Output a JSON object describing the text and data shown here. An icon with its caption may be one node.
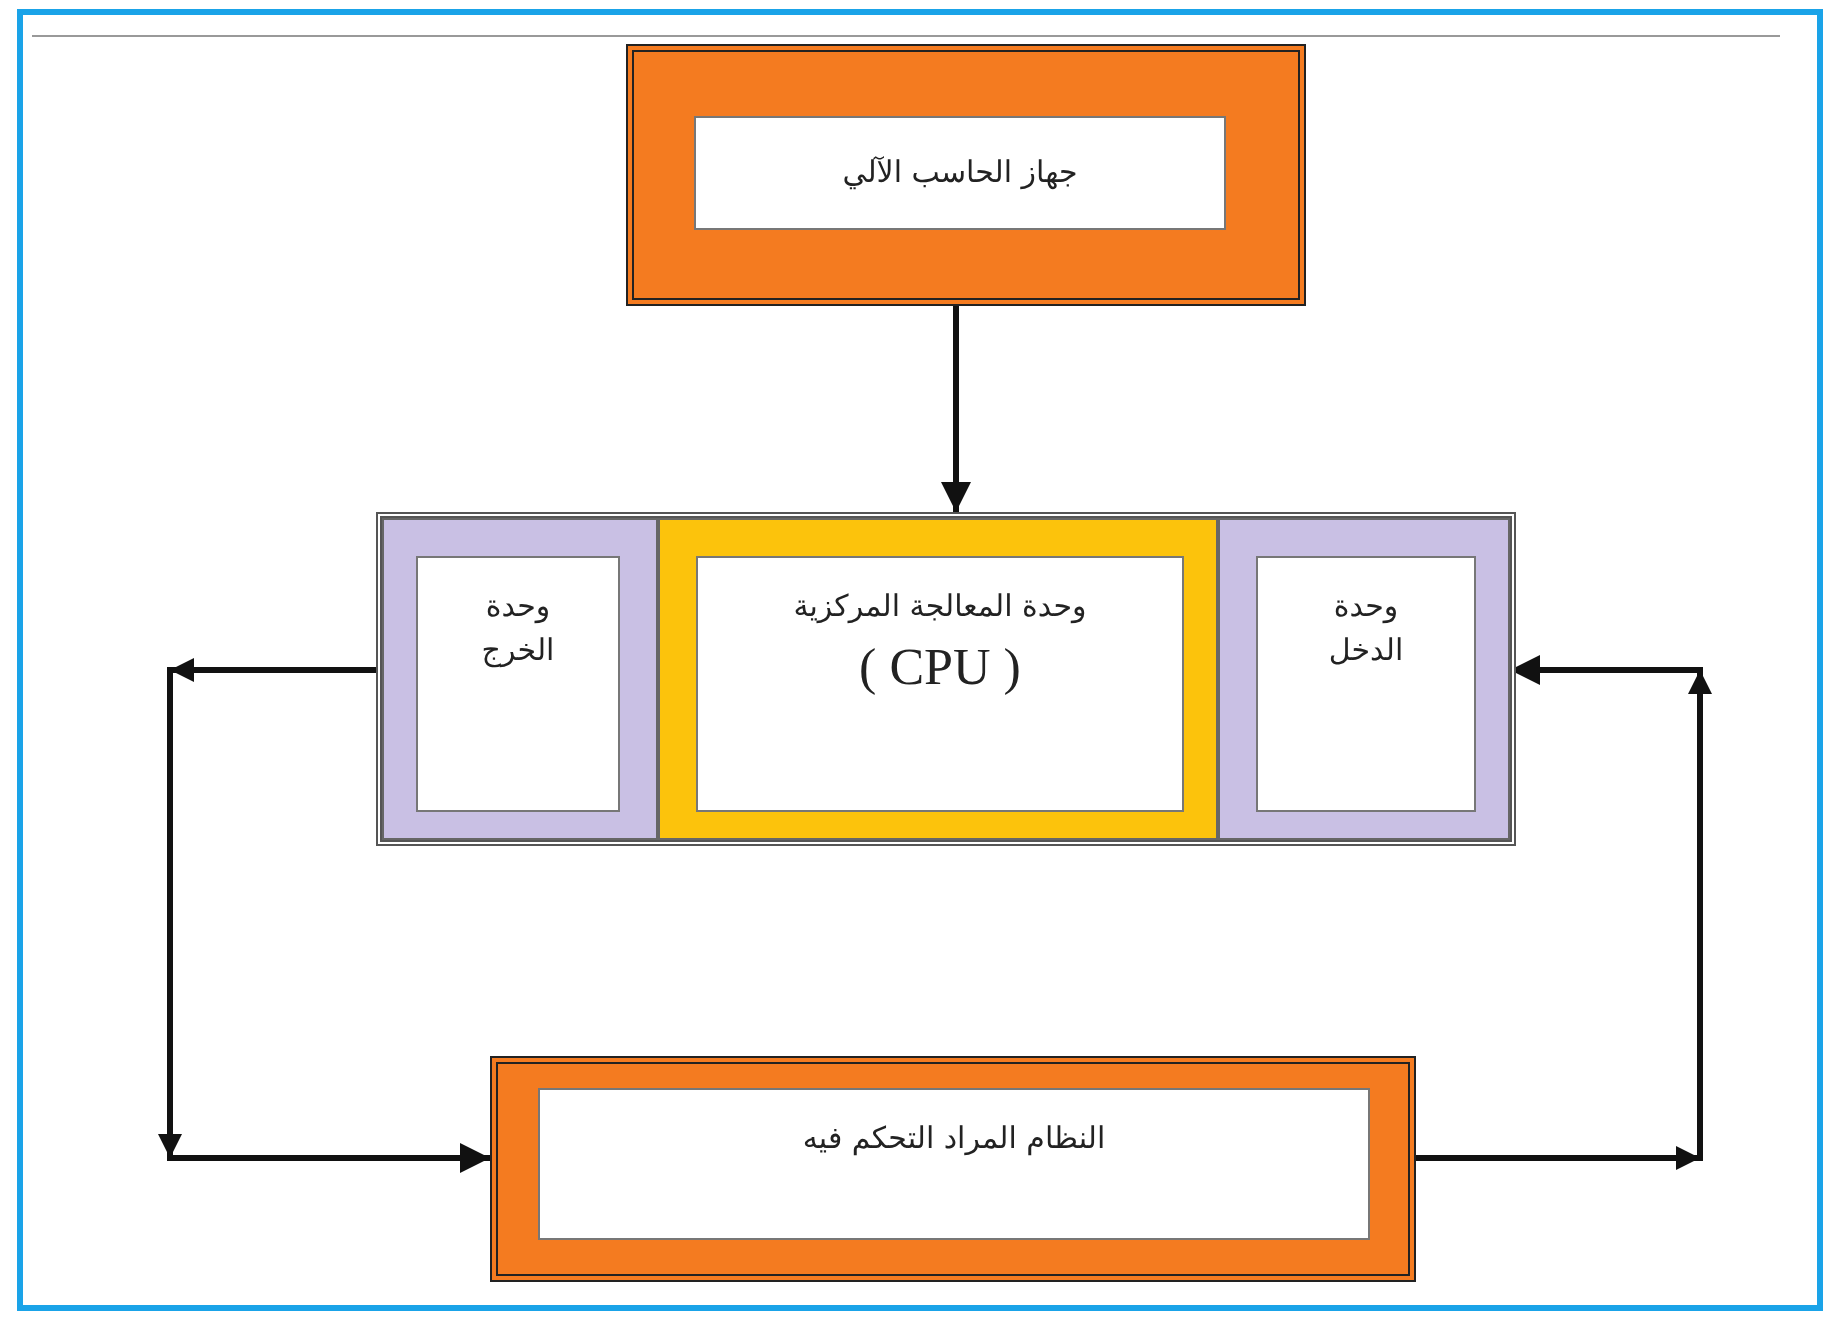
{
  "diagram": {
    "nodes": [
      {
        "text": [
          "جهاز الحاسب الآلي"
        ]
      },
      {
        "text": [],
        "shape": "box"
      },
      {
        "text": [
          "وحدة الدخل"
        ],
        "in": 1
      },
      {
        "text": [
          "وحدة المعالجة المركزية",
          "( CPU )"
        ],
        "in": 1
      },
      {
        "text": [
          "وحدة الخرج"
        ],
        "in": 1
      },
      {
        "text": [
          "النظام المراد التحكم فيه"
        ]
      }
    ],
    "edges": [
      {
        "from": 0,
        "to": 1,
        "arrow": "to"
      },
      {
        "from": 4,
        "to": 5,
        "arrow": "to"
      },
      {
        "from": 5,
        "to": 2,
        "arrow": "to"
      }
    ]
  }
}
